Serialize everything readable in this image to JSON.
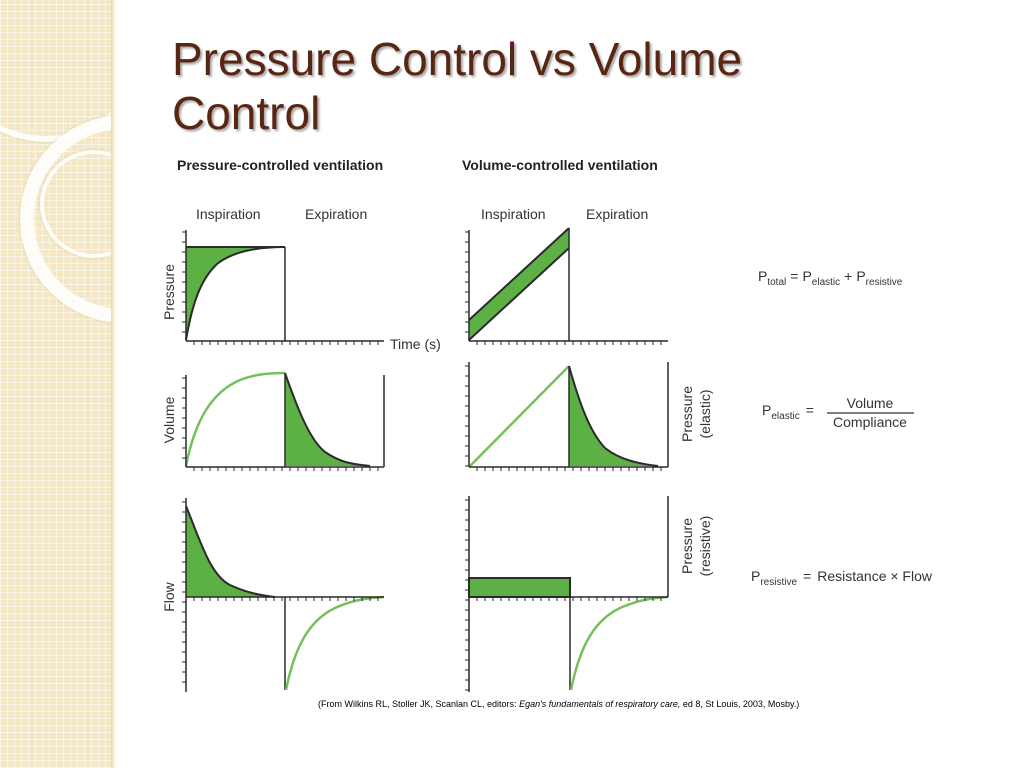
{
  "slide": {
    "title_line1": "Pressure Control vs Volume",
    "title_line2": "Control"
  },
  "colors": {
    "fill": "#5cb044",
    "curve": "#74c15c",
    "axis": "#2a2a2a",
    "title": "#5a2614",
    "panel": "#f4e7c6"
  },
  "figure": {
    "pc_heading": "Pressure-controlled ventilation",
    "vc_heading": "Volume-controlled ventilation",
    "phase_inspiration": "Inspiration",
    "phase_expiration": "Expiration",
    "y_pressure": "Pressure",
    "y_volume": "Volume",
    "y_flow": "Flow",
    "time_label": "Time (s)",
    "right_pressure": "Pressure",
    "right_elastic": "(elastic)",
    "right_resistive": "(resistive)",
    "eq1": {
      "P": "P",
      "total": "total",
      "eq": "=",
      "P2": "P",
      "elastic": "elastic",
      "plus": "+",
      "P3": "P",
      "resistive": "resistive"
    },
    "eq2": {
      "P": "P",
      "elastic": "elastic",
      "eq": "=",
      "numerator": "Volume",
      "denominator": "Compliance"
    },
    "eq3": {
      "P": "P",
      "resistive": "resistive",
      "eq": "=",
      "rhs": "Resistance × Flow"
    }
  },
  "citation": {
    "prefix": "(From Wilkins RL, Stoller JK, Scanlan CL, editors: ",
    "book": "Egan's fundamentals of respiratory care,",
    "suffix": " ed 8, St Louis, 2003, Mosby.)"
  }
}
